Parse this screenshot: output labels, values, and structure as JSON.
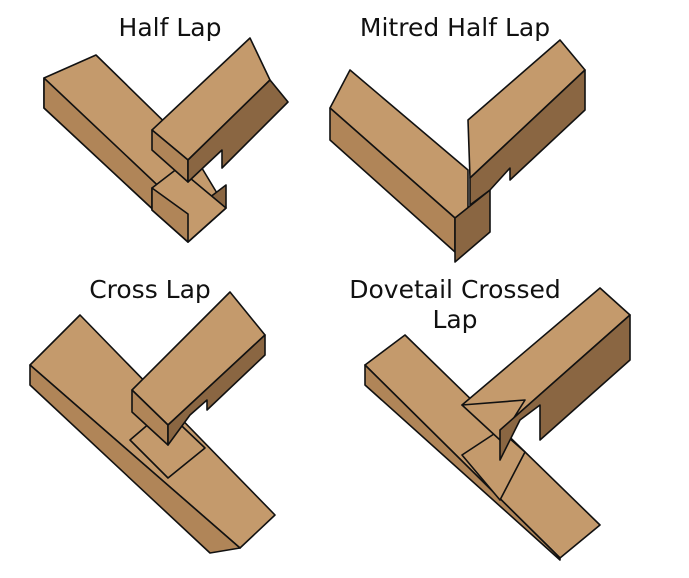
{
  "joints": [
    {
      "id": "half-lap",
      "label": "Half Lap"
    },
    {
      "id": "mitred-half-lap",
      "label": "Mitred Half Lap"
    },
    {
      "id": "cross-lap",
      "label": "Cross Lap"
    },
    {
      "id": "dovetail-crossed-lap",
      "label_line1": "Dovetail Crossed",
      "label_line2": "Lap"
    }
  ],
  "colors": {
    "top_face": "#c49a6c",
    "side_face": "#8a6642",
    "front_face": "#b08558",
    "outline": "#111111"
  }
}
